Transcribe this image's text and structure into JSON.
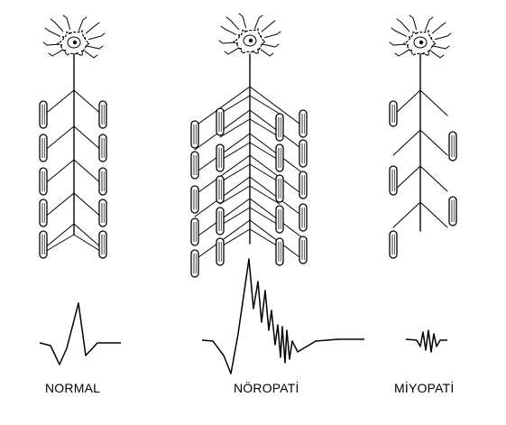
{
  "panels": [
    {
      "id": "normal",
      "label": "NORMAL"
    },
    {
      "id": "neuropathy",
      "label": "NÖROPATİ"
    },
    {
      "id": "myopathy",
      "label": "MİYOPATİ"
    }
  ],
  "colors": {
    "line": "#000000",
    "background": "#ffffff"
  }
}
